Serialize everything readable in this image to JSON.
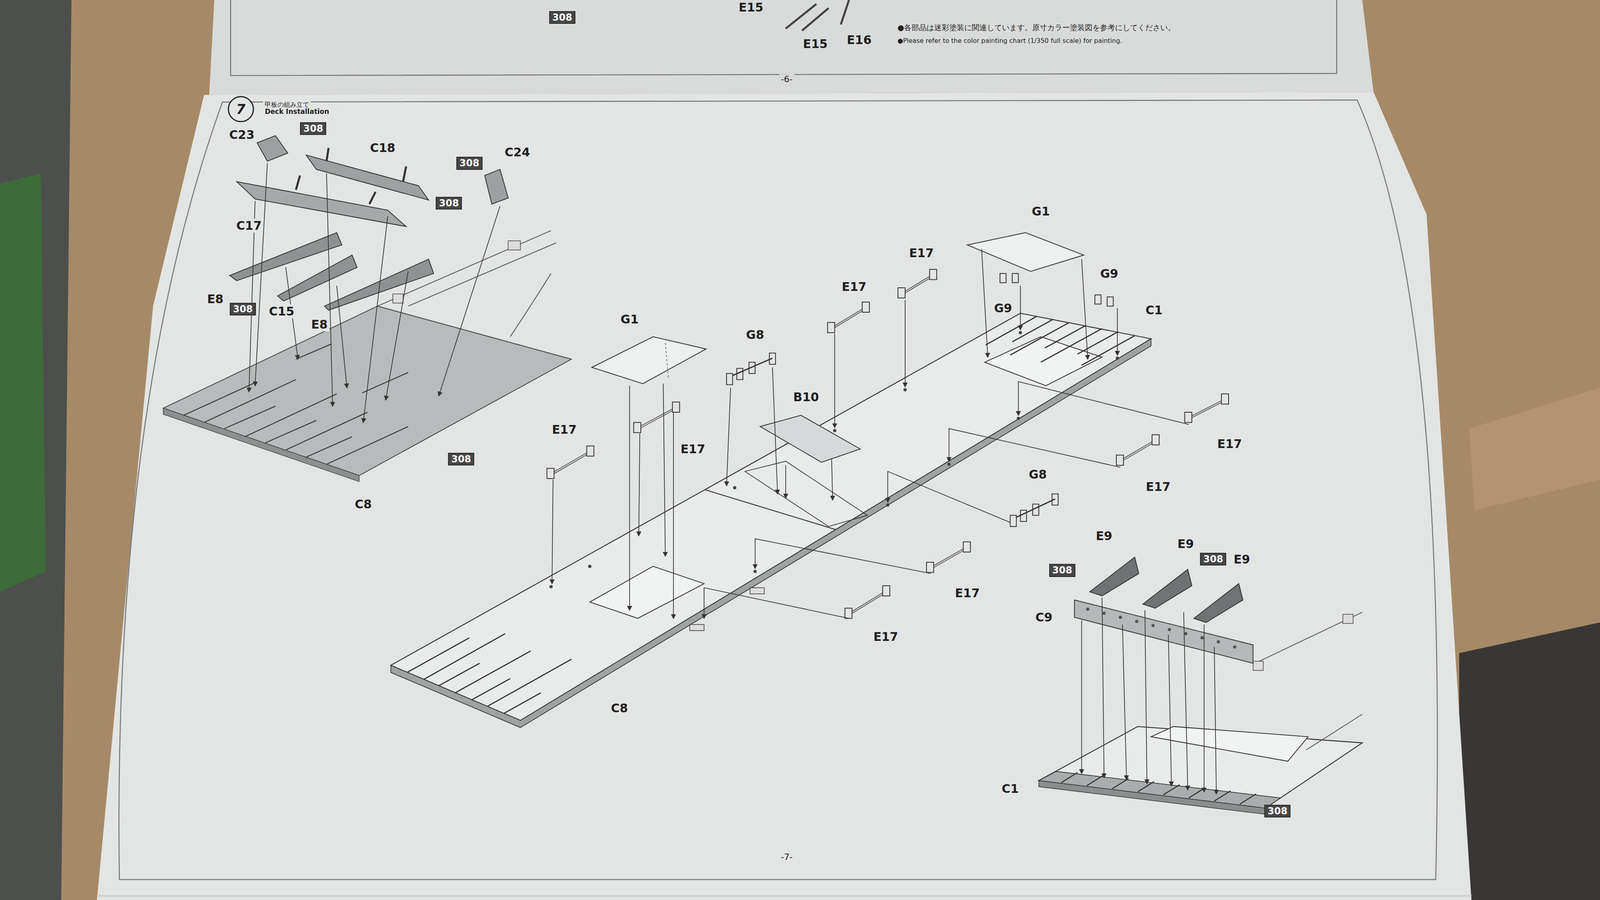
{
  "diagram": {
    "title": "Deck Installation",
    "nodes": [
      {
        "text": [
          "308"
        ]
      },
      {
        "text": [
          "7"
        ]
      },
      {
        "text": [
          "308"
        ]
      },
      {
        "text": [
          "308"
        ]
      },
      {
        "text": [
          "308"
        ]
      },
      {
        "text": [
          "308"
        ]
      },
      {
        "text": [
          "308"
        ]
      },
      {
        "text": [
          "308"
        ]
      },
      {
        "text": [
          "308"
        ]
      },
      {
        "text": [
          "308"
        ]
      }
    ],
    "labels": [
      "E15",
      "E15",
      "E16",
      "●各部品は迷彩塗装に関連しています。原寸カラー塗装図を参考にしてください。",
      "●Please refer to the color painting chart (1/350 full scale) for painting.",
      "-6-",
      "甲板の組み立て",
      "C23",
      "C18",
      "C24",
      "C17",
      "E8",
      "C15",
      "E8",
      "C8",
      "G1",
      "E17",
      "E17",
      "G9",
      "G9",
      "C1",
      "G1",
      "G8",
      "B10",
      "E17",
      "E17",
      "E17",
      "E17",
      "G8",
      "E9",
      "E9",
      "E9",
      "C9",
      "E17",
      "E17",
      "C8",
      "C1",
      "-7-"
    ]
  }
}
